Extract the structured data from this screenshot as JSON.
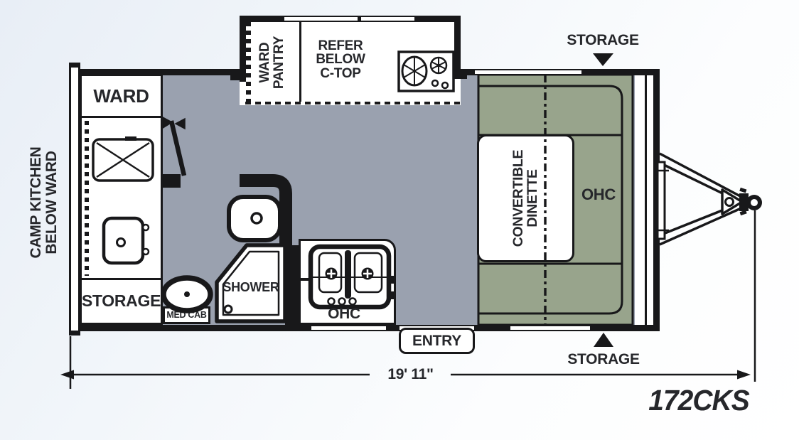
{
  "model": "172CKS",
  "overall_length": "19' 11\"",
  "colors": {
    "floor": "#9aa1af",
    "dinette_green": "#98a48c",
    "wall": "#18181a",
    "text": "#26272b",
    "background_tint": "#e8eef6"
  },
  "left_exterior": {
    "camp_kitchen_line1": "CAMP KITCHEN",
    "camp_kitchen_line2": "BELOW WARD"
  },
  "front_area": {
    "ward": "WARD",
    "storage": "STORAGE"
  },
  "kitchen_slide": {
    "ward_pantry_line1": "WARD",
    "ward_pantry_line2": "PANTRY",
    "refer_line1": "REFER",
    "refer_line2": "BELOW",
    "refer_line3": "C-TOP"
  },
  "bathroom": {
    "med_cab": "MED CAB",
    "shower": "SHOWER"
  },
  "kitchen": {
    "ohc": "OHC"
  },
  "entry": {
    "label": "ENTRY"
  },
  "dinette": {
    "line1": "CONVERTIBLE",
    "line2": "DINETTE",
    "ohc": "OHC"
  },
  "exterior_storage": {
    "top": "STORAGE",
    "bottom": "STORAGE"
  }
}
